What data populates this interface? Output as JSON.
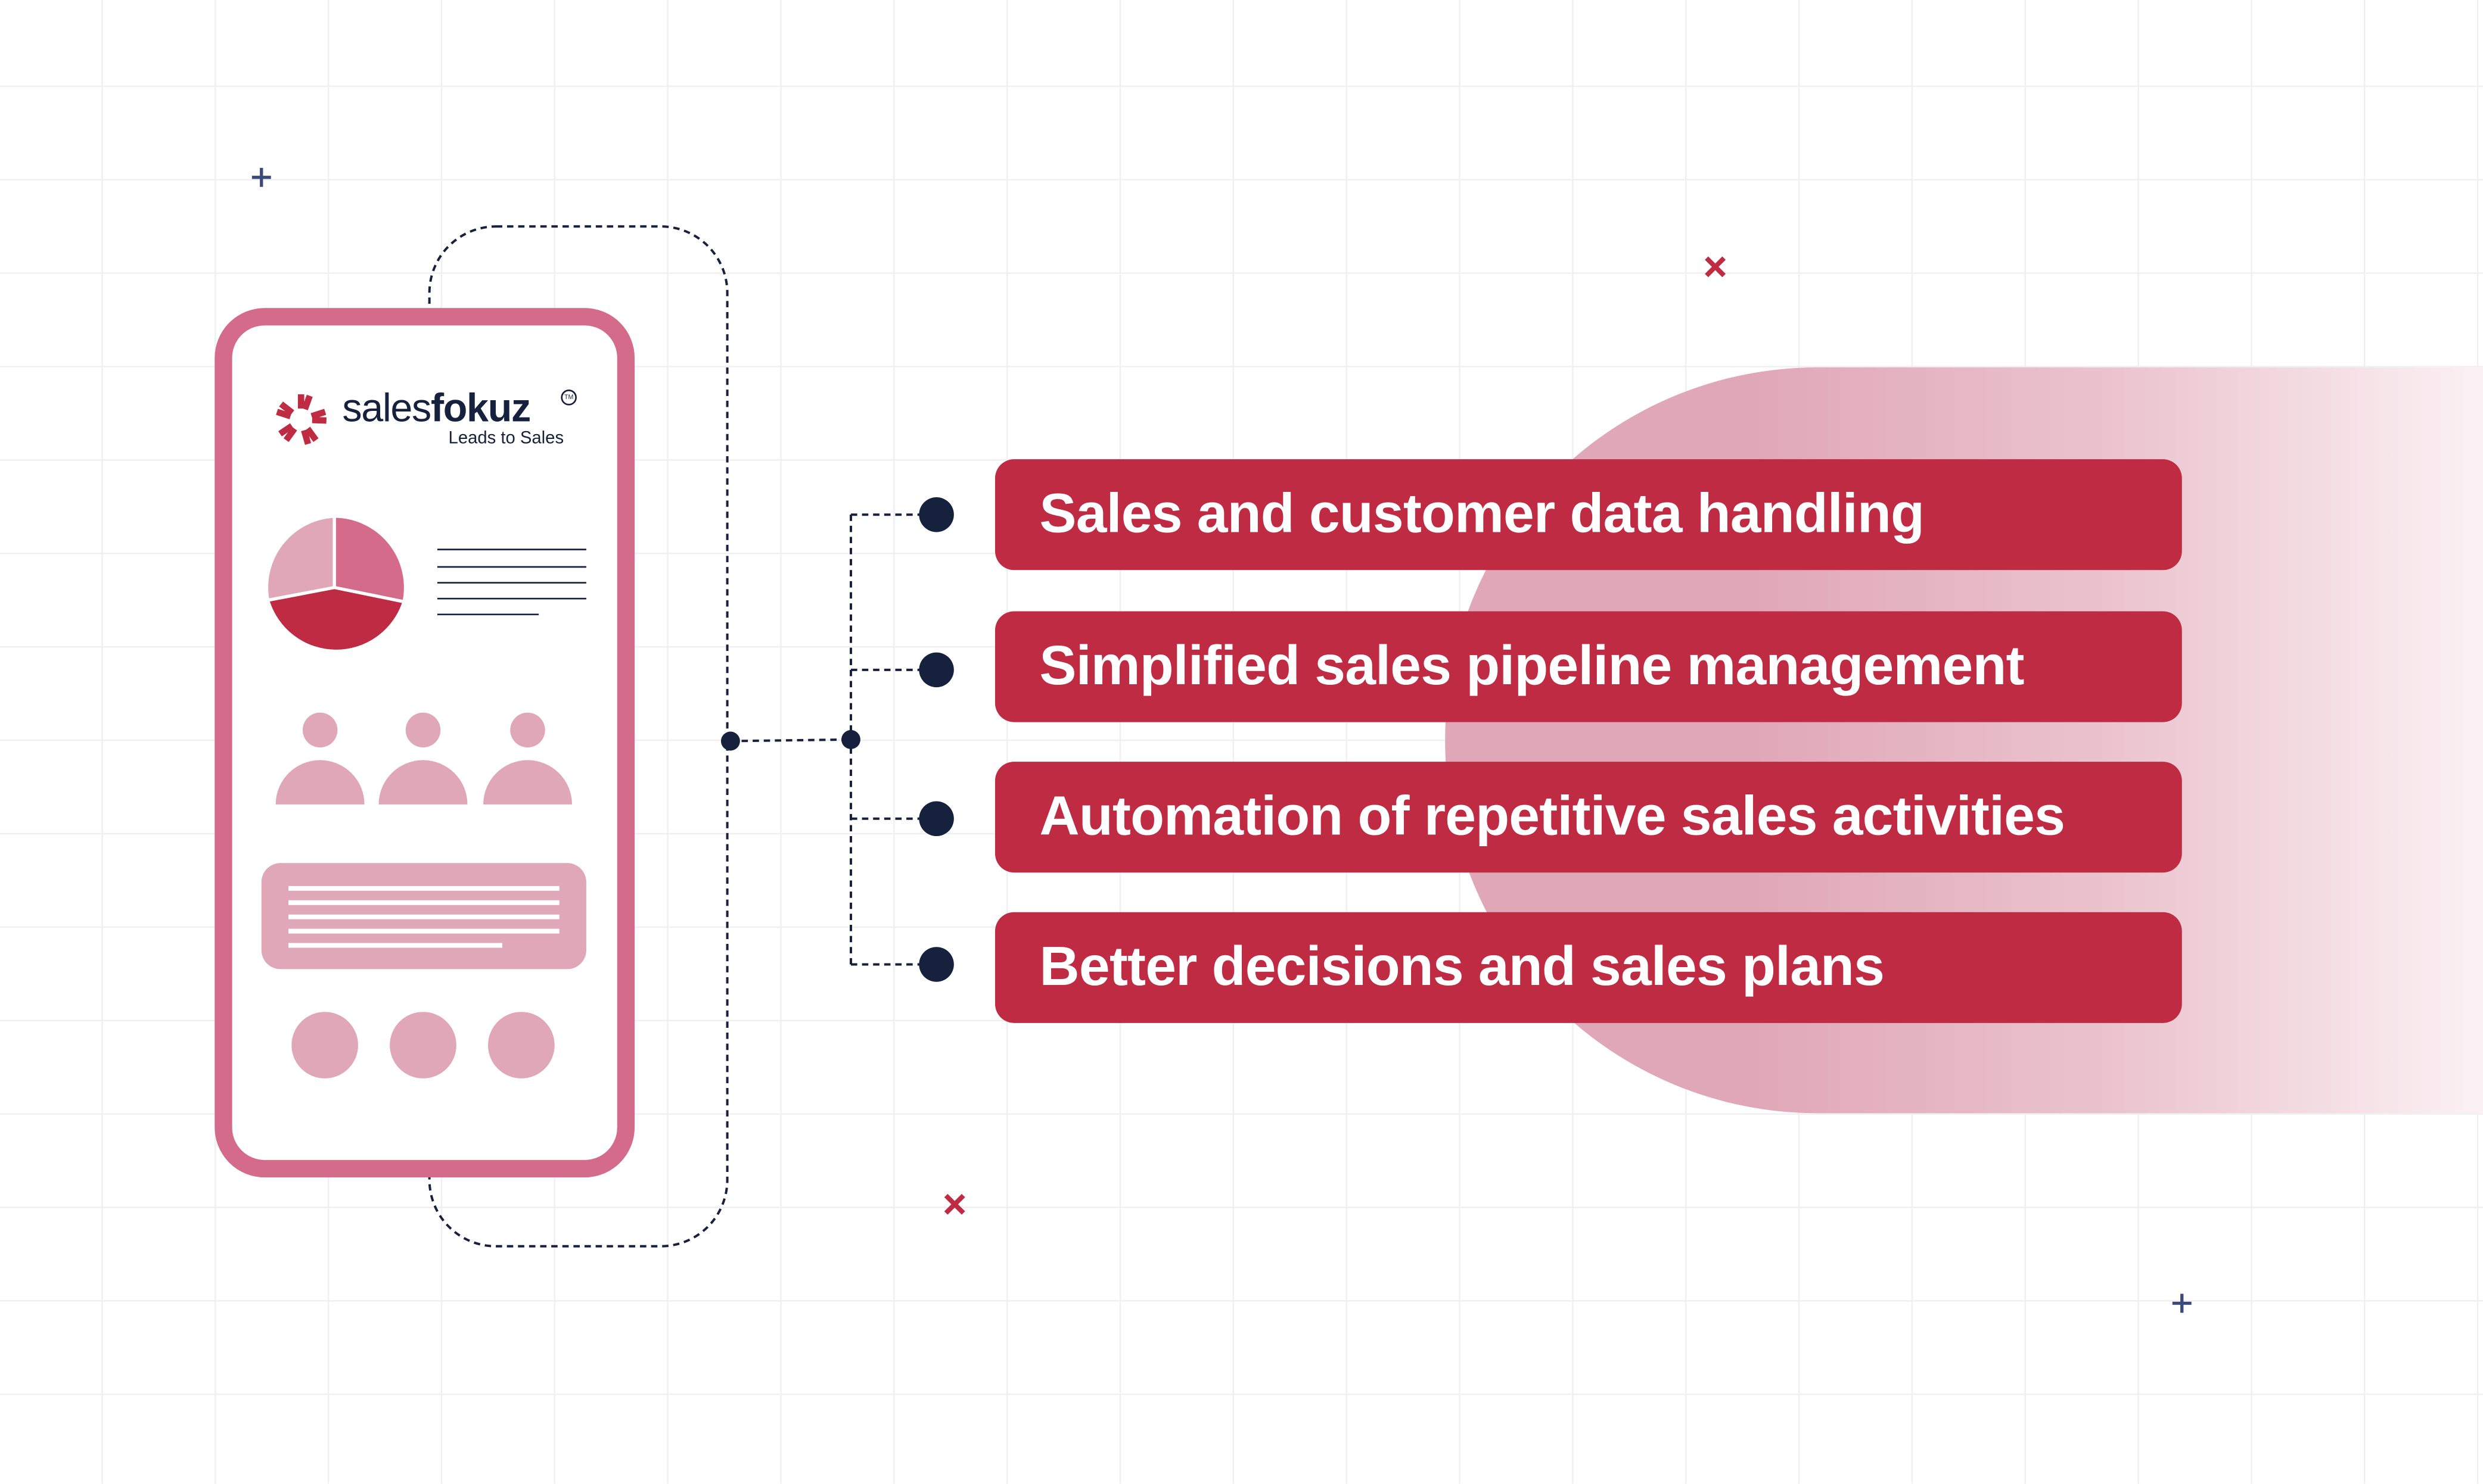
{
  "logo": {
    "brand_light": "sales",
    "brand_bold": "fokuz",
    "trademark": "TM",
    "tagline": "Leads to Sales"
  },
  "features": [
    {
      "label": "Sales and customer data handling"
    },
    {
      "label": "Simplified sales pipeline management"
    },
    {
      "label": "Automation of repetitive sales activities"
    },
    {
      "label": "Better decisions and sales plans"
    }
  ],
  "colors": {
    "accent": "#be2b43",
    "pink": "#e0a7b8",
    "phone_border": "#d46b8a",
    "navy": "#16213d"
  }
}
